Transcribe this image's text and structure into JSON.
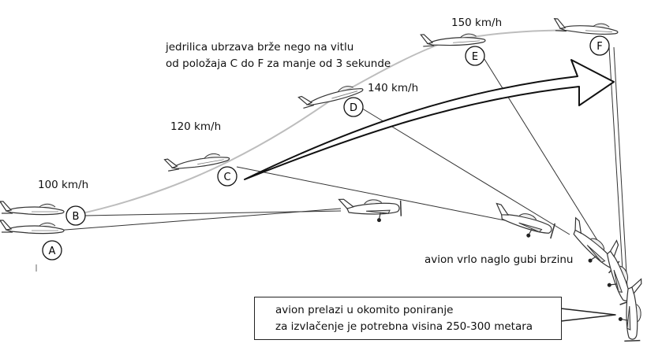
{
  "positions": [
    "A",
    "B",
    "C",
    "D",
    "E",
    "F"
  ],
  "speeds": {
    "v100": "100 km/h",
    "v120": "120 km/h",
    "v140": "140 km/h",
    "v150": "150 km/h"
  },
  "notes": {
    "glider_line1": "jedrilica ubrzava brže nego na vitlu",
    "glider_line2": "od položaja C do F za manje od 3 sekunde",
    "plane_speed_loss": "avion vrlo naglo gubi brzinu"
  },
  "callout": {
    "line1": "avion prelazi u okomito poniranje",
    "line2": "za izvlačenje je potrebna visina 250-300 metara"
  },
  "colors": {
    "ink": "#111111",
    "path": "#bdbdbd",
    "outline": "#333333"
  }
}
